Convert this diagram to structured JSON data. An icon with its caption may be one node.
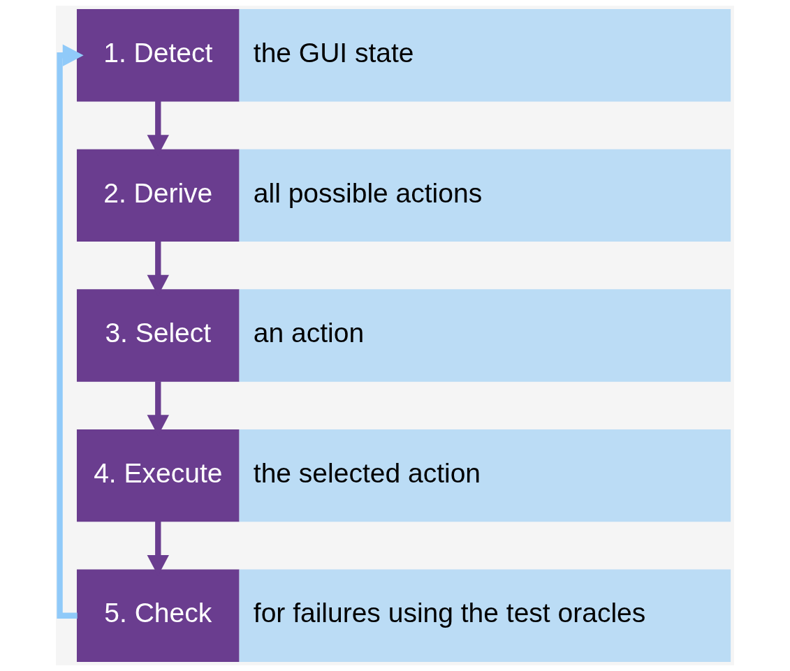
{
  "diagram": {
    "nodes": [
      {
        "text": [
          "1. Detect"
        ]
      },
      {
        "text": [
          "the GUI state"
        ]
      },
      {
        "text": [
          "2. Derive"
        ]
      },
      {
        "text": [
          "all possible actions"
        ]
      },
      {
        "text": [
          "3. Select"
        ]
      },
      {
        "text": [
          "an action"
        ]
      },
      {
        "text": [
          "4. Execute"
        ]
      },
      {
        "text": [
          "the selected action"
        ]
      },
      {
        "text": [
          "5. Check"
        ]
      },
      {
        "text": [
          "for failures using the test oracles"
        ]
      }
    ],
    "edges": [
      {
        "from": 0,
        "to": 2,
        "arrow": "to"
      },
      {
        "from": 2,
        "to": 4,
        "arrow": "to"
      },
      {
        "from": 4,
        "to": 6,
        "arrow": "to"
      },
      {
        "from": 6,
        "to": 8,
        "arrow": "to"
      },
      {
        "from": 8,
        "to": 0,
        "arrow": "to",
        "color": "#90caf9"
      }
    ]
  }
}
